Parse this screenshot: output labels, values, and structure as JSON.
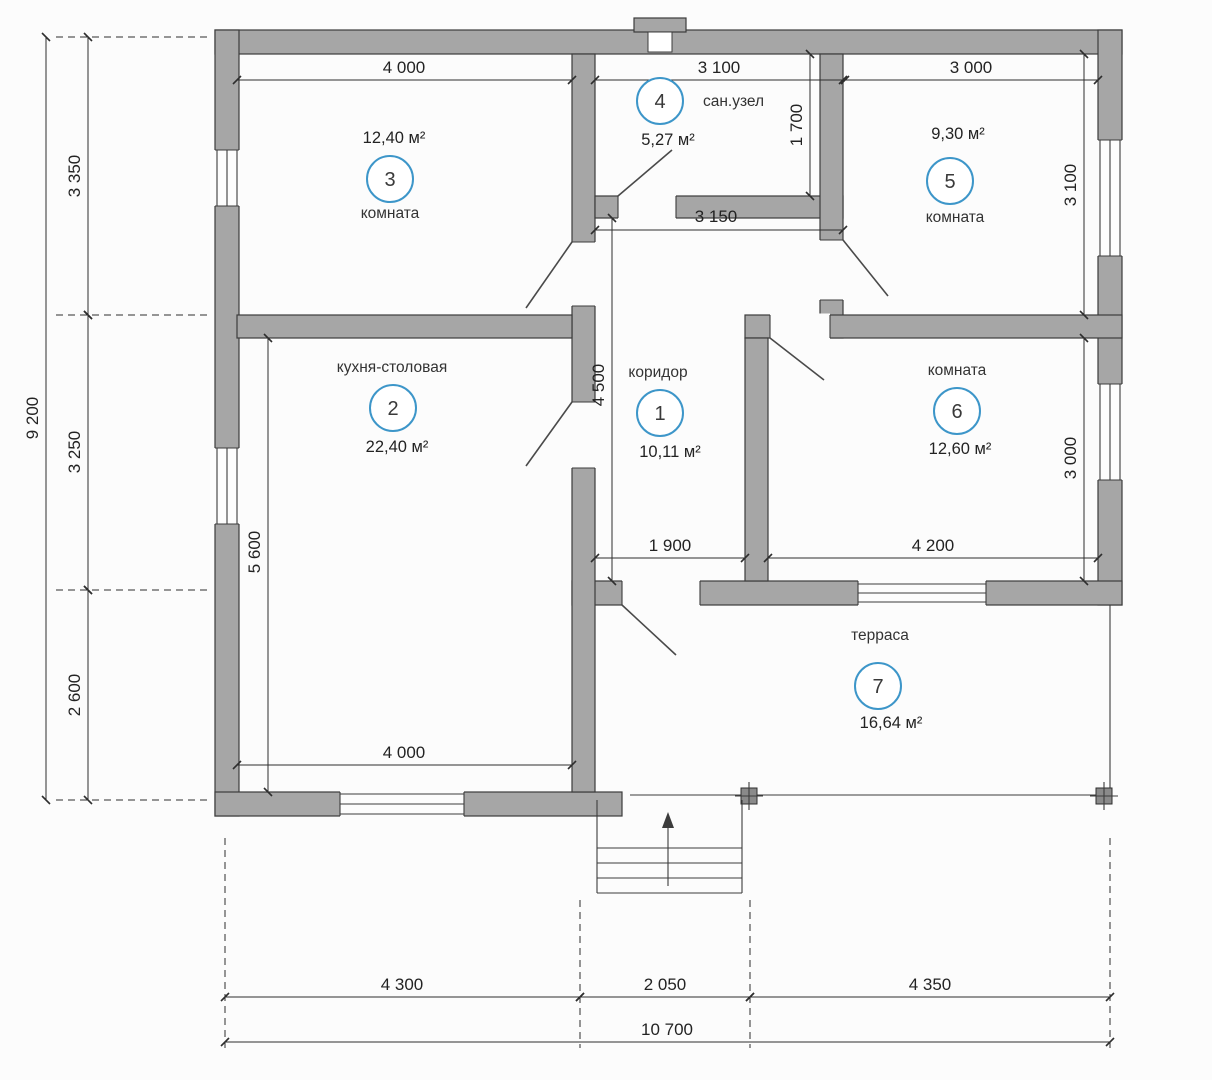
{
  "rooms": [
    {
      "number": "1",
      "name": "коридор",
      "area": "10,11 м²"
    },
    {
      "number": "2",
      "name": "кухня-столовая",
      "area": "22,40 м²"
    },
    {
      "number": "3",
      "name": "комната",
      "area": "12,40 м²"
    },
    {
      "number": "4",
      "name": "сан.узел",
      "area": "5,27 м²"
    },
    {
      "number": "5",
      "name": "комната",
      "area": "9,30 м²"
    },
    {
      "number": "6",
      "name": "комната",
      "area": "12,60 м²"
    },
    {
      "number": "7",
      "name": "терраса",
      "area": "16,64 м²"
    }
  ],
  "dimensions": {
    "top": {
      "room3": "4 000",
      "sanuzel": "3 100",
      "room5": "3 000"
    },
    "left": {
      "seg1": "3 350",
      "seg2": "3 250",
      "seg3": "2 600",
      "total": "9 200"
    },
    "bottom": {
      "seg1": "4 300",
      "seg2": "2 050",
      "seg3": "4 350",
      "total": "10 700"
    },
    "interior": {
      "sanuzel_width": "3 150",
      "sanuzel_depth": "1 700",
      "room5_depth": "3 100",
      "corridor_depth": "4 500",
      "room6_depth": "3 000",
      "corridor_width": "1 900",
      "room6_width": "4 200",
      "kitchen_depth": "5 600",
      "kitchen_width": "4 000"
    }
  },
  "colors": {
    "wall_fill": "#a6a6a6",
    "outline": "#3c3c3c",
    "room_marker_accent": "#3d96c9"
  }
}
